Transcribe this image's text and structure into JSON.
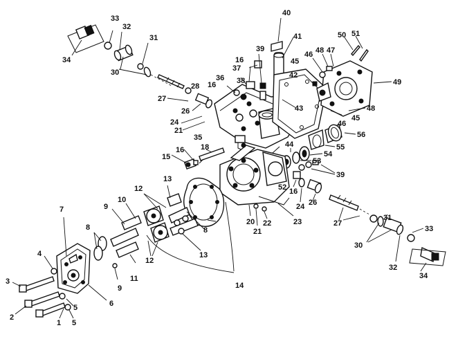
{
  "diagram": {
    "callouts": [
      {
        "id": "c-33a",
        "text": "33"
      },
      {
        "id": "c-32a",
        "text": "32"
      },
      {
        "id": "c-31a",
        "text": "31"
      },
      {
        "id": "c-34a",
        "text": "34"
      },
      {
        "id": "c-30a",
        "text": "30"
      },
      {
        "id": "c-27a",
        "text": "27"
      },
      {
        "id": "c-26a",
        "text": "26"
      },
      {
        "id": "c-24a",
        "text": "24"
      },
      {
        "id": "c-21a",
        "text": "21"
      },
      {
        "id": "c-28",
        "text": "28"
      },
      {
        "id": "c-16a",
        "text": "16"
      },
      {
        "id": "c-37",
        "text": "37"
      },
      {
        "id": "c-16b",
        "text": "16"
      },
      {
        "id": "c-39a",
        "text": "39"
      },
      {
        "id": "c-36",
        "text": "36"
      },
      {
        "id": "c-38",
        "text": "38"
      },
      {
        "id": "c-40",
        "text": "40"
      },
      {
        "id": "c-41",
        "text": "41"
      },
      {
        "id": "c-42",
        "text": "42"
      },
      {
        "id": "c-43",
        "text": "43"
      },
      {
        "id": "c-45a",
        "text": "45"
      },
      {
        "id": "c-46a",
        "text": "46"
      },
      {
        "id": "c-48a",
        "text": "48"
      },
      {
        "id": "c-47",
        "text": "47"
      },
      {
        "id": "c-50",
        "text": "50"
      },
      {
        "id": "c-51",
        "text": "51"
      },
      {
        "id": "c-49",
        "text": "49"
      },
      {
        "id": "c-48b",
        "text": "48"
      },
      {
        "id": "c-45b",
        "text": "45"
      },
      {
        "id": "c-46b",
        "text": "46"
      },
      {
        "id": "c-56",
        "text": "56"
      },
      {
        "id": "c-55",
        "text": "55"
      },
      {
        "id": "c-54",
        "text": "54"
      },
      {
        "id": "c-53",
        "text": "53"
      },
      {
        "id": "c-44",
        "text": "44"
      },
      {
        "id": "c-39b",
        "text": "39"
      },
      {
        "id": "c-35a",
        "text": "35"
      },
      {
        "id": "c-16c",
        "text": "16"
      },
      {
        "id": "c-15",
        "text": "15"
      },
      {
        "id": "c-18",
        "text": "18"
      },
      {
        "id": "c-13a",
        "text": "13"
      },
      {
        "id": "c-12a",
        "text": "12"
      },
      {
        "id": "c-10",
        "text": "10"
      },
      {
        "id": "c-9a",
        "text": "9"
      },
      {
        "id": "c-7",
        "text": "7"
      },
      {
        "id": "c-8a",
        "text": "8"
      },
      {
        "id": "c-8b",
        "text": "8"
      },
      {
        "id": "c-12b",
        "text": "12"
      },
      {
        "id": "c-13b",
        "text": "13"
      },
      {
        "id": "c-20",
        "text": "20"
      },
      {
        "id": "c-21b",
        "text": "21"
      },
      {
        "id": "c-22",
        "text": "22"
      },
      {
        "id": "c-23",
        "text": "23"
      },
      {
        "id": "c-52",
        "text": "52"
      },
      {
        "id": "c-16d",
        "text": "16"
      },
      {
        "id": "c-24b",
        "text": "24"
      },
      {
        "id": "c-26b",
        "text": "26"
      },
      {
        "id": "c-27b",
        "text": "27"
      },
      {
        "id": "c-31b",
        "text": "31"
      },
      {
        "id": "c-30b",
        "text": "30"
      },
      {
        "id": "c-33b",
        "text": "33"
      },
      {
        "id": "c-32b",
        "text": "32"
      },
      {
        "id": "c-34b",
        "text": "34"
      },
      {
        "id": "c-4",
        "text": "4"
      },
      {
        "id": "c-3",
        "text": "3"
      },
      {
        "id": "c-2",
        "text": "2"
      },
      {
        "id": "c-1",
        "text": "1"
      },
      {
        "id": "c-5a",
        "text": "5"
      },
      {
        "id": "c-5b",
        "text": "5"
      },
      {
        "id": "c-6",
        "text": "6"
      },
      {
        "id": "c-9b",
        "text": "9"
      },
      {
        "id": "c-11",
        "text": "11"
      },
      {
        "id": "c-14",
        "text": "14"
      }
    ]
  }
}
